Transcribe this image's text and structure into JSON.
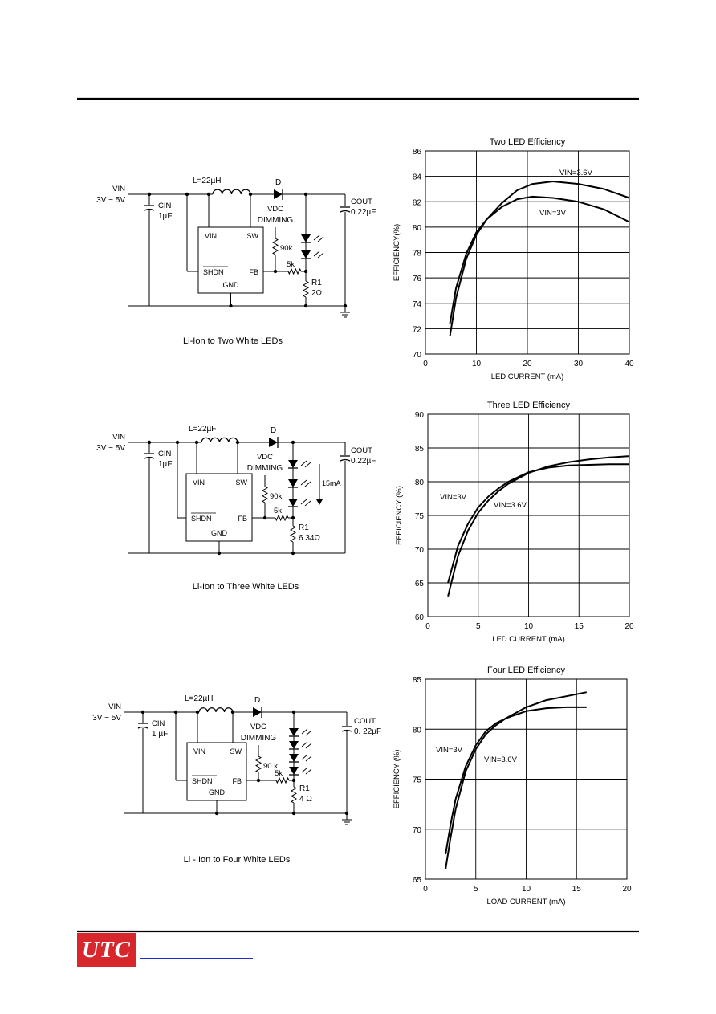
{
  "footer": {
    "logo_text": "UTC",
    "logo_color": "#d7262c",
    "link_color": "#1d2bd6"
  },
  "circuits": [
    {
      "caption": "Li-Ion to Two White LEDs",
      "vin_label": "VIN",
      "vin_range": "3V ~ 5V",
      "cin_label": "CIN",
      "cin_value": "1µF",
      "inductor": "L=22µH",
      "diode": "D",
      "dimming_label_1": "VDC",
      "dimming_label_2": "DIMMING",
      "cout_label": "COUT",
      "cout_value": "0.22µF",
      "ic_pins": {
        "vin": "VIN",
        "sw": "SW",
        "shdn": "SHDN",
        "fb": "FB",
        "gnd": "GND"
      },
      "r_dim": "90k",
      "r_fb": "5k",
      "r1_label": "R1",
      "r1_value": "2Ω"
    },
    {
      "caption": "Li-Ion to Three White LEDs",
      "vin_label": "VIN",
      "vin_range": "3V ~ 5V",
      "cin_label": "CIN",
      "cin_value": "1µF",
      "inductor": "L=22µF",
      "diode": "D",
      "dimming_label_1": "VDC",
      "dimming_label_2": "DIMMING",
      "cout_label": "COUT",
      "cout_value": "0.22µF",
      "ic_pins": {
        "vin": "VIN",
        "sw": "SW",
        "shdn": "SHDN",
        "fb": "FB",
        "gnd": "GND"
      },
      "r_dim": "90k",
      "r_fb": "5k",
      "r1_label": "R1",
      "r1_value": "6.34Ω",
      "current_label": "15mA"
    },
    {
      "caption": "Li - Ion to Four White LEDs",
      "vin_label": "VIN",
      "vin_range": "3V ~ 5V",
      "cin_label": "CIN",
      "cin_value": "1 µF",
      "inductor": "L=22µH",
      "diode": "D",
      "dimming_label_1": "VDC",
      "dimming_label_2": "DIMMING",
      "cout_label": "COUT",
      "cout_value": "0. 22µF",
      "ic_pins": {
        "vin": "VIN",
        "sw": "SW",
        "shdn": "SHDN",
        "fb": "FB",
        "gnd": "GND"
      },
      "r_dim": "90 k",
      "r_fb": "5k",
      "r1_label": "R1",
      "r1_value": "4 Ω"
    }
  ],
  "chart_data": [
    {
      "type": "line",
      "title": "Two LED Efficiency",
      "xlabel": "LED CURRENT (mA)",
      "ylabel": "EFFICIENCY(%)",
      "xlim": [
        0,
        40
      ],
      "ylim": [
        70,
        86
      ],
      "xticks": [
        0,
        10,
        20,
        30,
        40
      ],
      "yticks": [
        70,
        72,
        74,
        76,
        78,
        80,
        82,
        84,
        86
      ],
      "grid": true,
      "series": [
        {
          "name": "VIN=3.6V",
          "x": [
            4.8,
            6,
            8,
            10,
            12,
            15,
            18,
            21,
            25,
            30,
            35,
            40
          ],
          "y": [
            71.4,
            74.4,
            77.5,
            79.4,
            80.6,
            81.9,
            82.9,
            83.4,
            83.6,
            83.4,
            83.0,
            82.3
          ]
        },
        {
          "name": "VIN=3V",
          "x": [
            4.8,
            6,
            8,
            10,
            12,
            15,
            18,
            21,
            25,
            30,
            35,
            40
          ],
          "y": [
            72.4,
            75.2,
            77.9,
            79.6,
            80.6,
            81.6,
            82.2,
            82.4,
            82.3,
            82.0,
            81.4,
            80.4
          ]
        }
      ],
      "annotations": [
        "VIN=3.6V",
        "VIN=3V"
      ]
    },
    {
      "type": "line",
      "title": "Three LED Efficiency",
      "xlabel": "LED CURRENT (mA)",
      "ylabel": "EFFICIENCY (%)",
      "xlim": [
        0,
        20
      ],
      "ylim": [
        60,
        90
      ],
      "xticks": [
        0,
        5,
        10,
        15,
        20
      ],
      "yticks": [
        60,
        65,
        70,
        75,
        80,
        85,
        90
      ],
      "grid": true,
      "series": [
        {
          "name": "VIN=3V",
          "x": [
            2,
            3,
            4,
            5,
            6,
            7,
            8,
            10,
            12,
            14,
            16,
            18,
            20
          ],
          "y": [
            65.0,
            70.5,
            73.8,
            76.2,
            77.8,
            79.0,
            80.0,
            81.4,
            82.1,
            82.4,
            82.5,
            82.6,
            82.6
          ]
        },
        {
          "name": "VIN=3.6V",
          "x": [
            2,
            3,
            4,
            5,
            6,
            7,
            8,
            10,
            12,
            14,
            16,
            18,
            20
          ],
          "y": [
            63.0,
            69.0,
            72.8,
            75.4,
            77.2,
            78.6,
            79.7,
            81.3,
            82.3,
            82.9,
            83.3,
            83.6,
            83.8
          ]
        }
      ],
      "annotations": [
        "VIN=3V",
        "VIN=3.6V",
        "15mA"
      ]
    },
    {
      "type": "line",
      "title": "Four LED Efficiency",
      "xlabel": "LOAD CURRENT (mA)",
      "ylabel": "EFFICIENCY (%)",
      "xlim": [
        0,
        20
      ],
      "ylim": [
        65,
        85
      ],
      "xticks": [
        0,
        5,
        10,
        15,
        20
      ],
      "yticks": [
        65,
        70,
        75,
        80,
        85
      ],
      "grid": true,
      "series": [
        {
          "name": "VIN=3V",
          "x": [
            2,
            2.5,
            3,
            4,
            5,
            6,
            7,
            8,
            10,
            12,
            14,
            16
          ],
          "y": [
            67.5,
            70.5,
            73.0,
            76.3,
            78.4,
            79.8,
            80.6,
            81.1,
            81.8,
            82.1,
            82.2,
            82.2
          ]
        },
        {
          "name": "VIN=3.6V",
          "x": [
            2,
            2.5,
            3,
            4,
            5,
            6,
            7,
            8,
            10,
            12,
            14,
            16
          ],
          "y": [
            66.0,
            69.2,
            72.0,
            75.8,
            78.0,
            79.5,
            80.4,
            81.1,
            82.2,
            82.9,
            83.3,
            83.7
          ]
        }
      ],
      "annotations": [
        "VIN=3V",
        "VIN=3.6V"
      ]
    }
  ]
}
